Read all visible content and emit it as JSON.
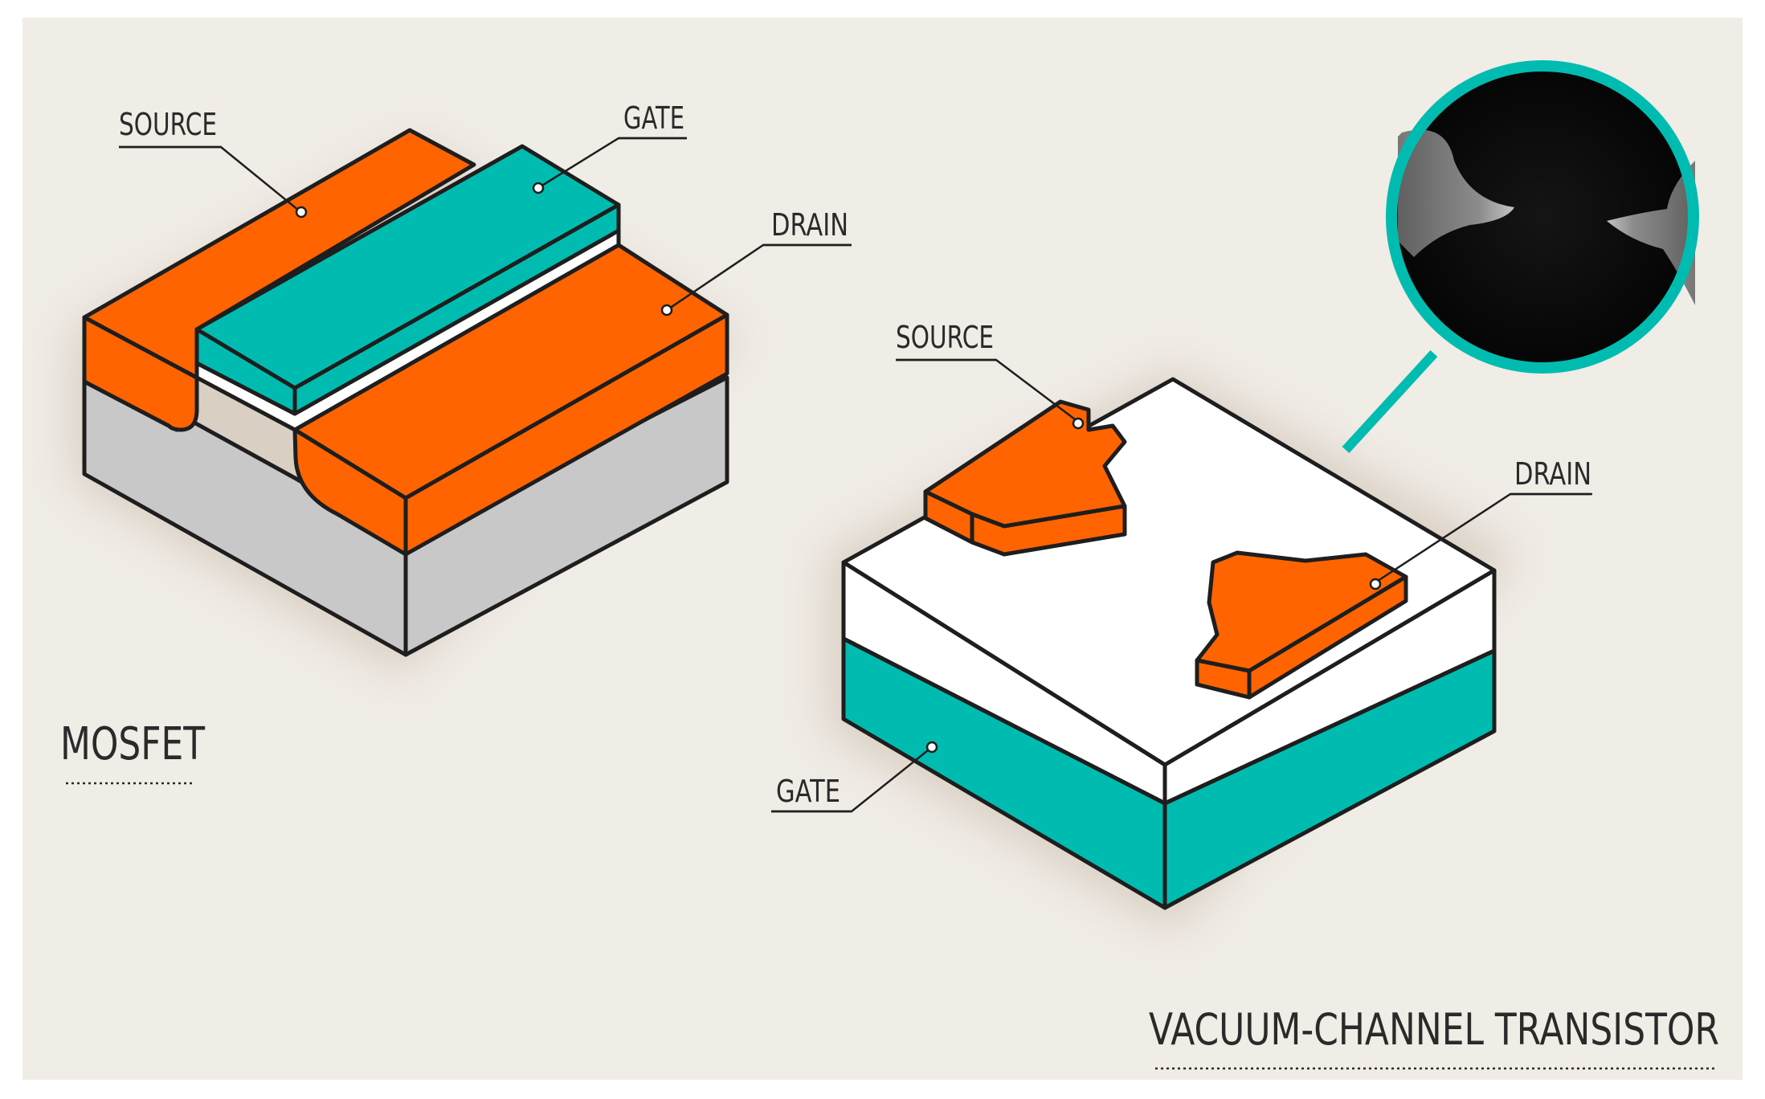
{
  "colors": {
    "background": "#f0ece6",
    "orange": "#ff6400",
    "teal": "#00bcb0",
    "gray": "#c8c8c8",
    "white": "#ffffff",
    "outline": "#1e1e1e",
    "text": "#2a2a2a"
  },
  "mosfet": {
    "title": "MOSFET",
    "labels": {
      "source": "SOURCE",
      "gate": "GATE",
      "drain": "DRAIN"
    }
  },
  "vacuum": {
    "title": "VACUUM-CHANNEL TRANSISTOR",
    "labels": {
      "source": "SOURCE",
      "drain": "DRAIN",
      "gate": "GATE"
    },
    "inset": "magnified-tip-photo"
  }
}
